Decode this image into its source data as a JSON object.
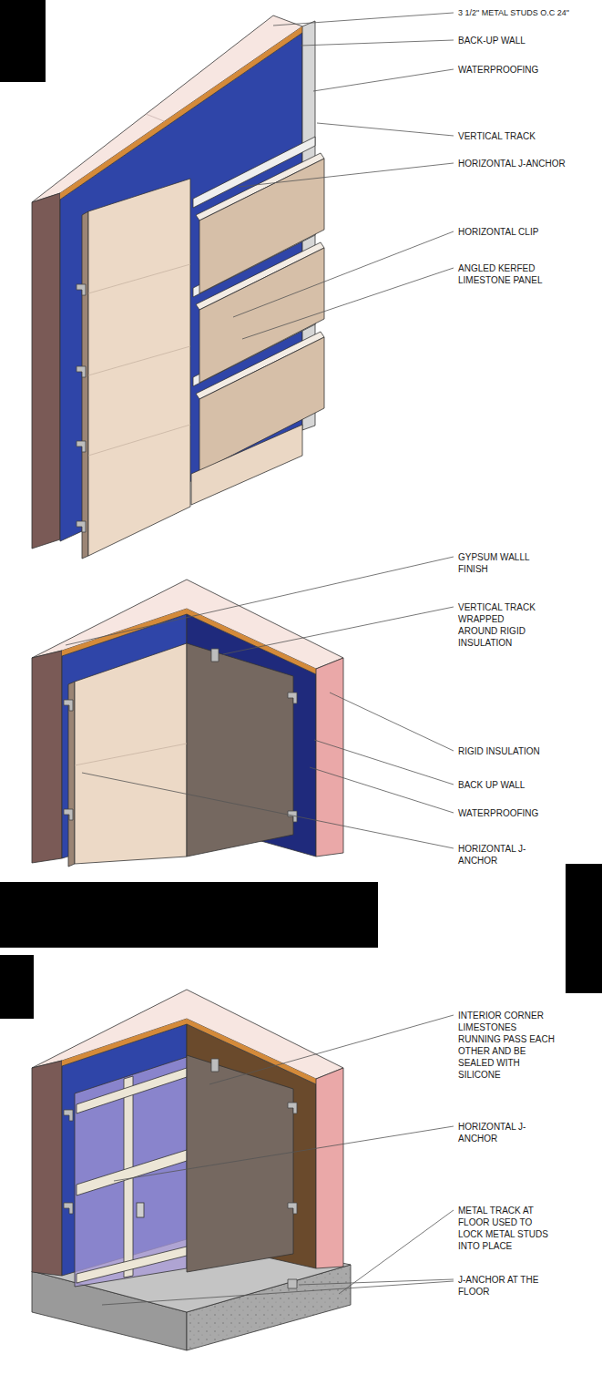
{
  "diagram": {
    "labels": [
      "3 1/2\" METAL STUDS O.C 24\"",
      "BACK-UP WALL",
      "WATERPROOFING",
      "VERTICAL TRACK",
      "HORIZONTAL J-ANCHOR",
      "HORIZONTAL CLIP",
      "ANGLED KERFED LIMESTONE PANEL",
      "GYPSUM WALLL FINISH",
      "VERTICAL TRACK WRAPPED AROUND RIGID INSULATION",
      "RIGID INSULATION",
      "BACK UP WALL",
      "WATERPROOFING",
      "HORIZONTAL J-ANCHOR",
      "INTERIOR CORNER LIMESTONES RUNNING PASS EACH OTHER AND BE SEALED WITH SILICONE",
      "HORIZONTAL J-ANCHOR",
      "METAL TRACK AT FLOOR USED TO LOCK METAL STUDS INTO PLACE",
      "J-ANCHOR AT THE FLOOR"
    ]
  }
}
